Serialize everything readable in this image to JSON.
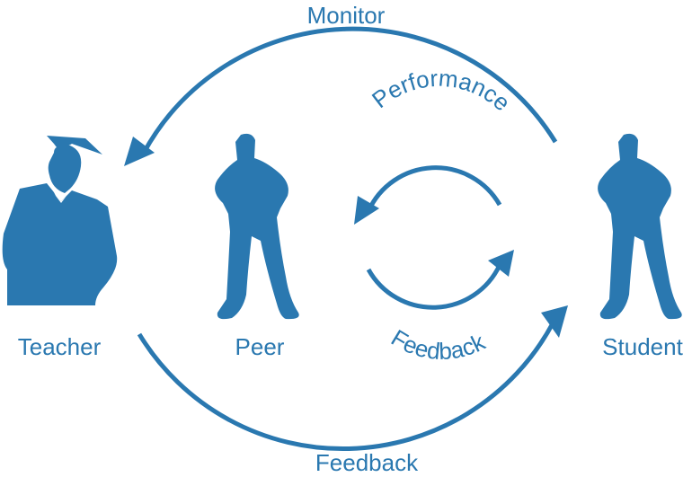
{
  "color": "#2a78b0",
  "actors": {
    "teacher": "Teacher",
    "peer": "Peer",
    "student": "Student"
  },
  "arrows": {
    "monitor": "Monitor",
    "outer_feedback": "Feedback",
    "performance": "Performance",
    "inner_feedback": "Feedback"
  },
  "icons": [
    "graduate-teacher-silhouette",
    "boy-silhouette",
    "boy-silhouette"
  ]
}
